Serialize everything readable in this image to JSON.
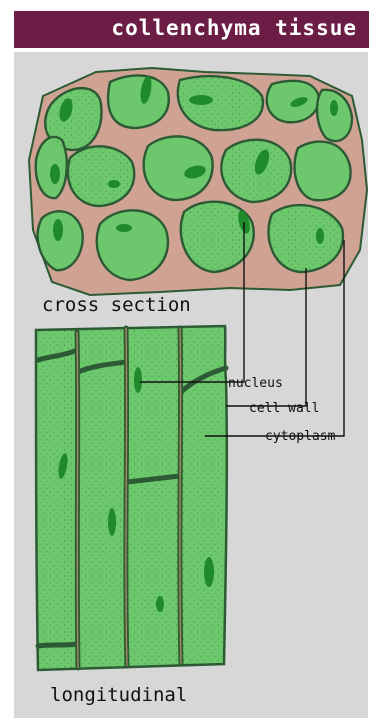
{
  "header": {
    "title": "collenchyma tissue"
  },
  "figure": {
    "cross_section_caption": "cross section",
    "longitudinal_caption": "longitudinal",
    "labels": {
      "nucleus": "nucleus",
      "cell_wall": "cell wall",
      "cytoplasm": "cytoplasm"
    }
  },
  "colors": {
    "header": "#6b1d46",
    "panel": "#d7d7d7",
    "cell": "#6dc86d",
    "nucleus": "#1e8a2a",
    "wall_fill": "#cfa294",
    "wall_line": "#2c5a34"
  }
}
